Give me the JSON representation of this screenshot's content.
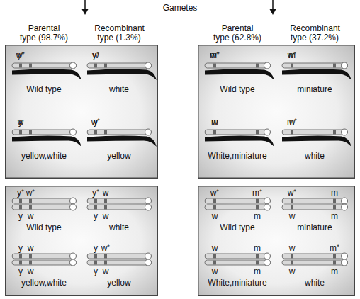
{
  "diagram": {
    "nodes": [
      {
        "text": [
          "Parental type (98.7%)",
          "Recombinant type (1.3%)"
        ]
      },
      {
        "text": [
          "y⁺",
          "w⁺",
          "Wild type"
        ],
        "in": 0
      },
      {
        "text": [
          "y⁺",
          "w",
          "white"
        ],
        "in": 0
      },
      {
        "text": [
          "y",
          "w",
          "yellow,white"
        ],
        "in": 0
      },
      {
        "text": [
          "y",
          "w⁺",
          "yellow"
        ],
        "in": 0
      },
      {
        "text": [
          "Parental type (62.8%)",
          "Recombinant type (37.2%)"
        ]
      },
      {
        "text": [
          "w⁺",
          "m⁺",
          "Wild type"
        ],
        "in": 5
      },
      {
        "text": [
          "w⁺",
          "m",
          "miniature"
        ],
        "in": 5
      },
      {
        "text": [
          "w",
          "m",
          "White,miniature"
        ],
        "in": 5
      },
      {
        "text": [
          "w",
          "m⁺",
          "white"
        ],
        "in": 5
      },
      {
        "text": []
      },
      {
        "text": [
          "y⁺",
          "w⁺",
          "y",
          "w",
          "Wild type"
        ],
        "in": 10
      },
      {
        "text": [
          "y⁺",
          "w",
          "y",
          "w",
          "white"
        ],
        "in": 10
      },
      {
        "text": [
          "y",
          "w",
          "y",
          "w",
          "yellow,white"
        ],
        "in": 10
      },
      {
        "text": [
          "y",
          "w⁺",
          "y",
          "w",
          "yellow"
        ],
        "in": 10
      },
      {
        "text": []
      },
      {
        "text": [
          "w⁺",
          "m⁺",
          "w",
          "m",
          "Wild type"
        ],
        "in": 15
      },
      {
        "text": [
          "w⁺",
          "m",
          "w",
          "m",
          "miniature"
        ],
        "in": 15
      },
      {
        "text": [
          "w",
          "m",
          "w",
          "m",
          "White,miniature"
        ],
        "in": 15
      },
      {
        "text": [
          "w",
          "m⁺",
          "w",
          "m",
          "white"
        ],
        "in": 15
      }
    ],
    "labels": [
      "Gametes"
    ]
  }
}
